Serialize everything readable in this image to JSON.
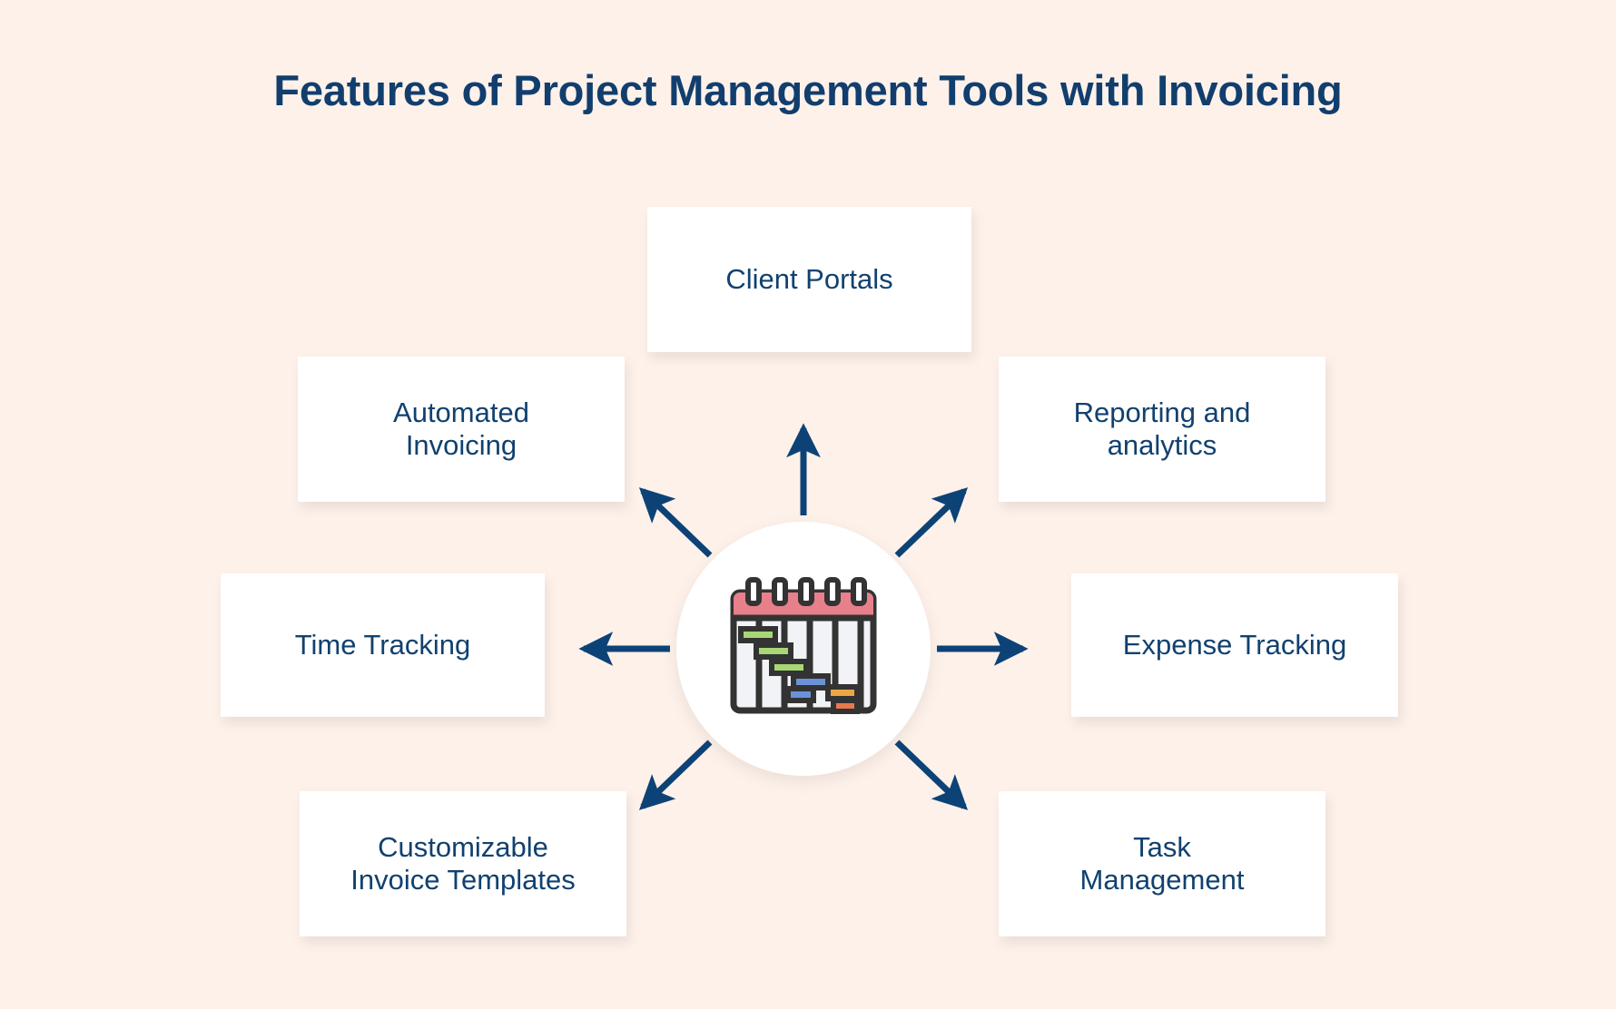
{
  "page": {
    "title": "Features of Project Management Tools with Invoicing",
    "background_color": "#fdf1ea",
    "title_color": "#113e6d",
    "accent_color": "#0d4277"
  },
  "hub": {
    "icon_name": "gantt-chart-calendar-icon",
    "circle_color": "#ffffff",
    "icon_colors": {
      "outline": "#333333",
      "header": "#e8808c",
      "page": "#f1f3f6",
      "ring": "#ffffff",
      "bar_green": "#a8d775",
      "bar_blue": "#6b92d6",
      "bar_orange": "#eda544",
      "bar_coral": "#e8784e"
    }
  },
  "features": [
    {
      "id": "client-portals",
      "label": "Client Portals",
      "label_line1": "Client Portals",
      "label_line2": ""
    },
    {
      "id": "automated-invoicing",
      "label": "Automated Invoicing",
      "label_line1": "Automated",
      "label_line2": "Invoicing"
    },
    {
      "id": "reporting-analytics",
      "label": "Reporting and analytics",
      "label_line1": "Reporting and",
      "label_line2": "analytics"
    },
    {
      "id": "time-tracking",
      "label": "Time Tracking",
      "label_line1": "Time Tracking",
      "label_line2": ""
    },
    {
      "id": "expense-tracking",
      "label": "Expense Tracking",
      "label_line1": "Expense Tracking",
      "label_line2": ""
    },
    {
      "id": "invoice-templates",
      "label": "Customizable Invoice Templates",
      "label_line1": "Customizable",
      "label_line2": "Invoice Templates"
    },
    {
      "id": "task-management",
      "label": "Task Management",
      "label_line1": "Task",
      "label_line2": "Management"
    }
  ],
  "arrows": {
    "color": "#0d4277",
    "count": 7,
    "directions": [
      "up",
      "up-left",
      "up-right",
      "left",
      "right",
      "down-left",
      "down-right"
    ]
  }
}
